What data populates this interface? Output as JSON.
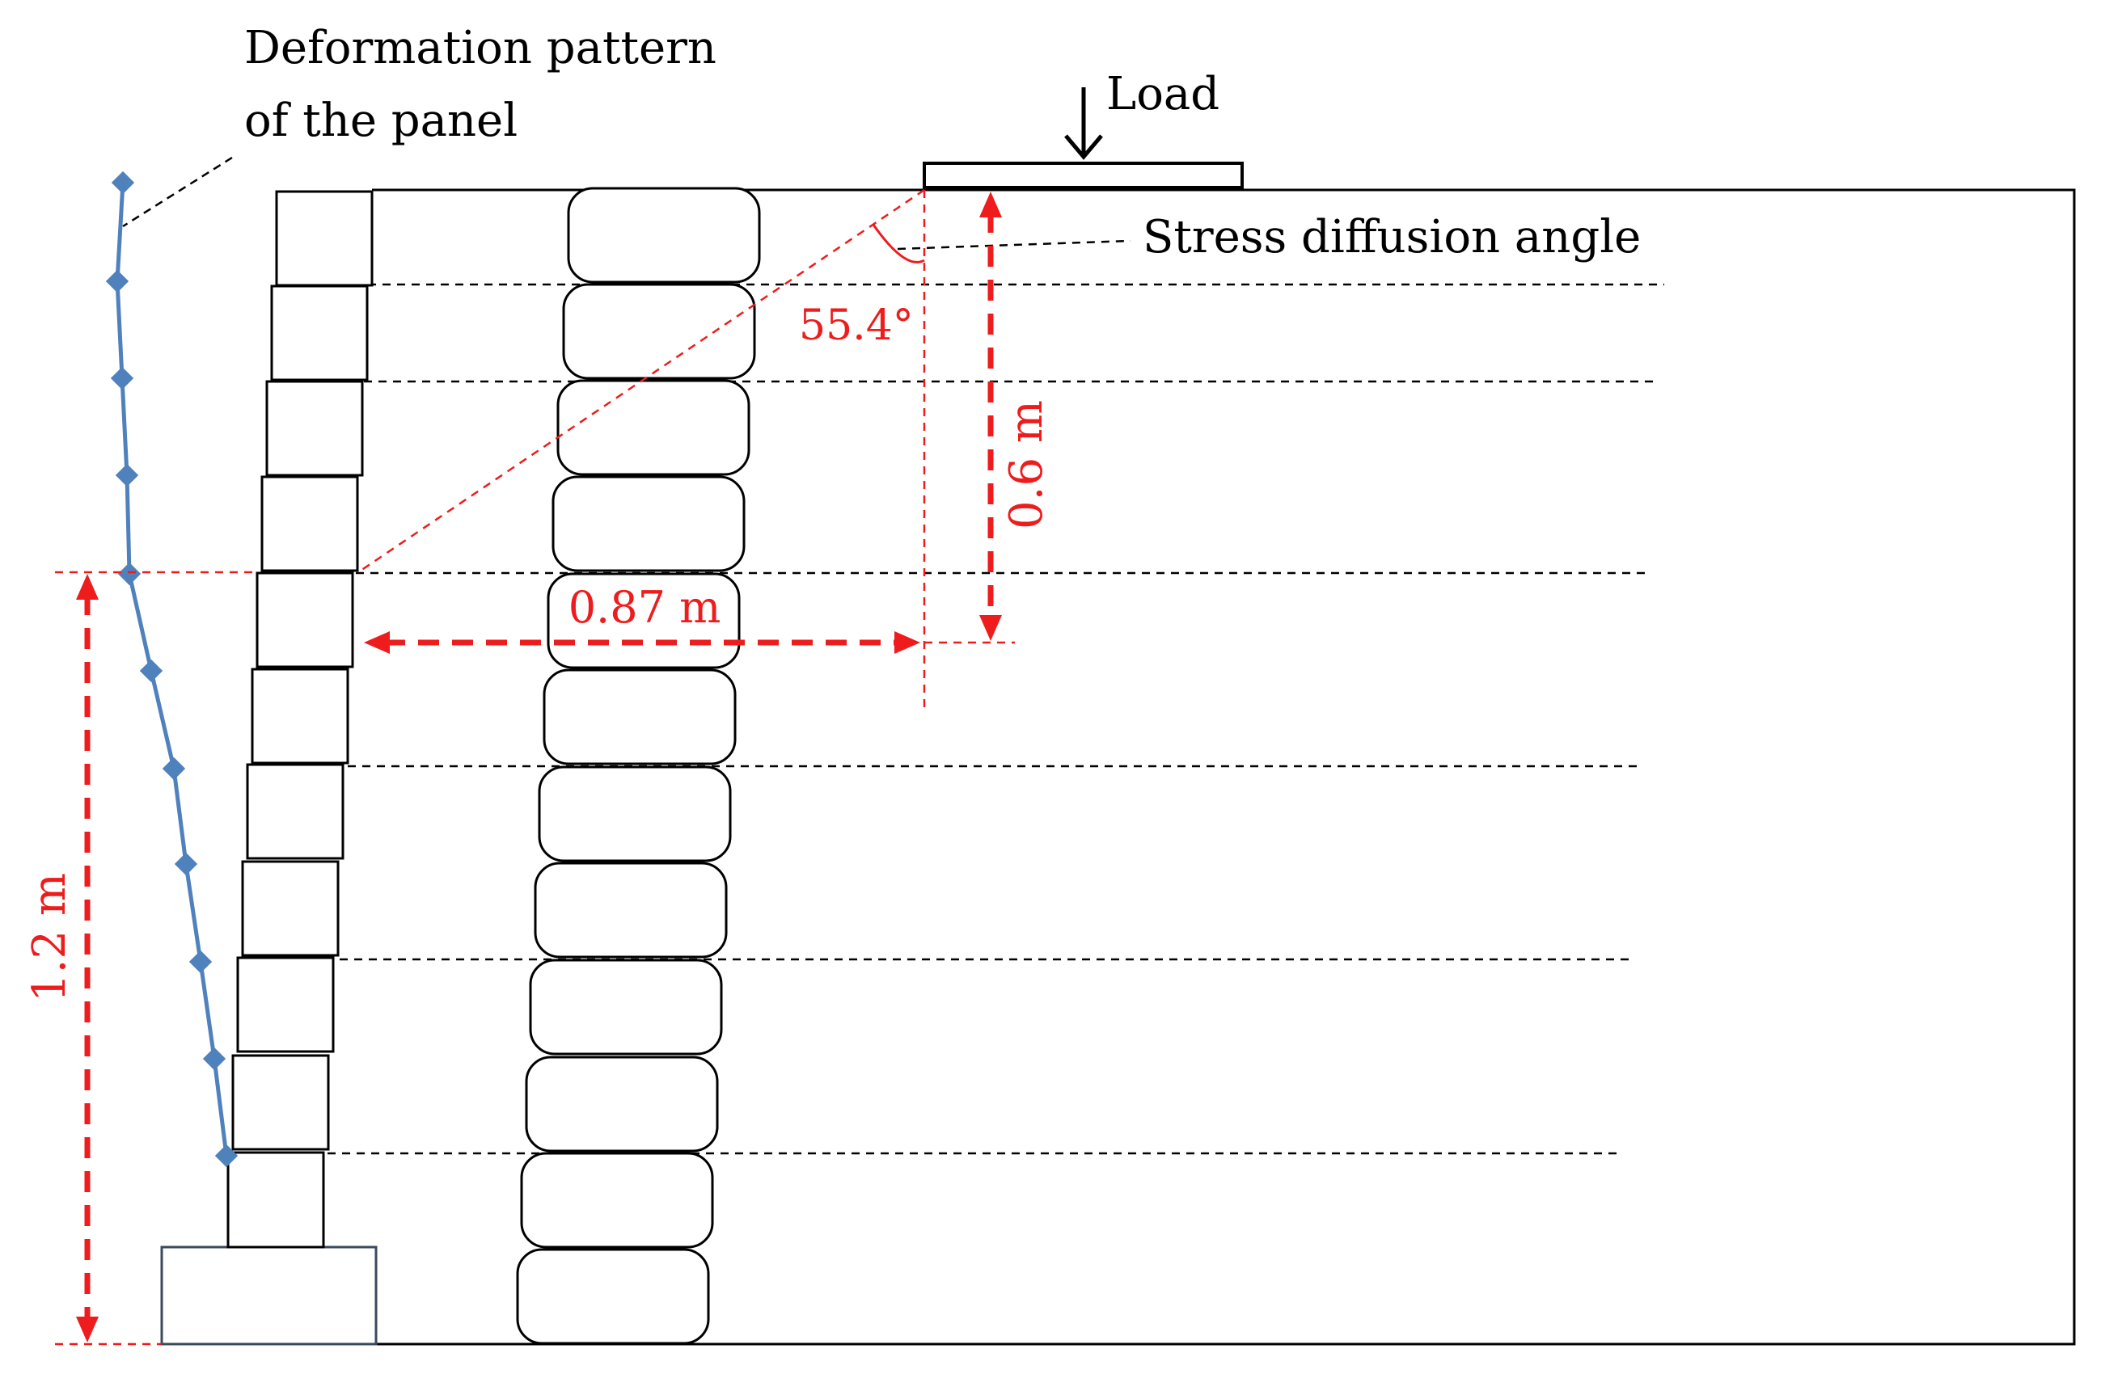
{
  "labels": {
    "deformation_line1": "Deformation pattern",
    "deformation_line2": "of the panel",
    "load": "Load",
    "stress_diffusion": "Stress diffusion angle",
    "angle_value": "55.4°",
    "dim_vertical_load": "0.6 m",
    "dim_horizontal": "0.87 m",
    "dim_wall_height": "1.2 m"
  },
  "icons": {
    "load_arrow": "down-arrow-icon",
    "angle_arc": "arc-icon"
  },
  "colors": {
    "deformation_line": "#4f81bd",
    "dimension": "#ee1c1c",
    "outline": "#000000",
    "footing": "#3a4a5e"
  }
}
